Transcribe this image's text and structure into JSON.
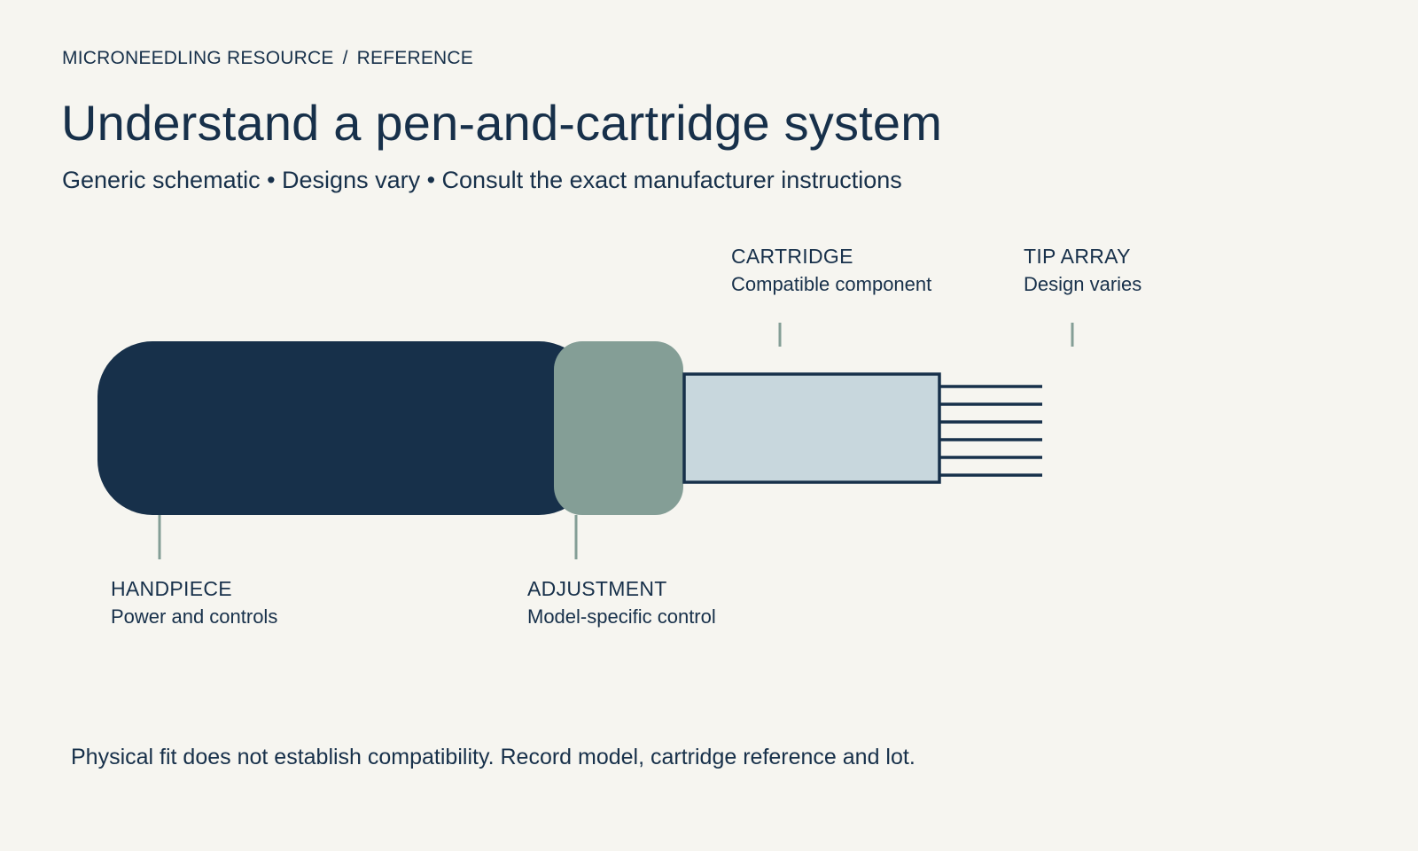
{
  "breadcrumb": {
    "section": "MICRONEEDLING RESOURCE",
    "separator": "/",
    "current": "REFERENCE"
  },
  "title": "Understand a pen-and-cartridge system",
  "subtitle": "Generic schematic • Designs vary • Consult the exact manufacturer instructions",
  "callouts": {
    "cartridge": {
      "title": "CARTRIDGE",
      "description": "Compatible component"
    },
    "tip_array": {
      "title": "TIP ARRAY",
      "description": "Design varies"
    },
    "handpiece": {
      "title": "HANDPIECE",
      "description": "Power and controls"
    },
    "adjustment": {
      "title": "ADJUSTMENT",
      "description": "Model-specific control"
    }
  },
  "footer_note": "Physical fit does not establish compatibility. Record model, cartridge reference and lot.",
  "colors": {
    "background": "#f6f5f0",
    "handpiece": "#17304a",
    "adjustment": "#849e96",
    "cartridge_fill": "#c8d7dd",
    "outline": "#17304a",
    "leader": "#849e96"
  }
}
